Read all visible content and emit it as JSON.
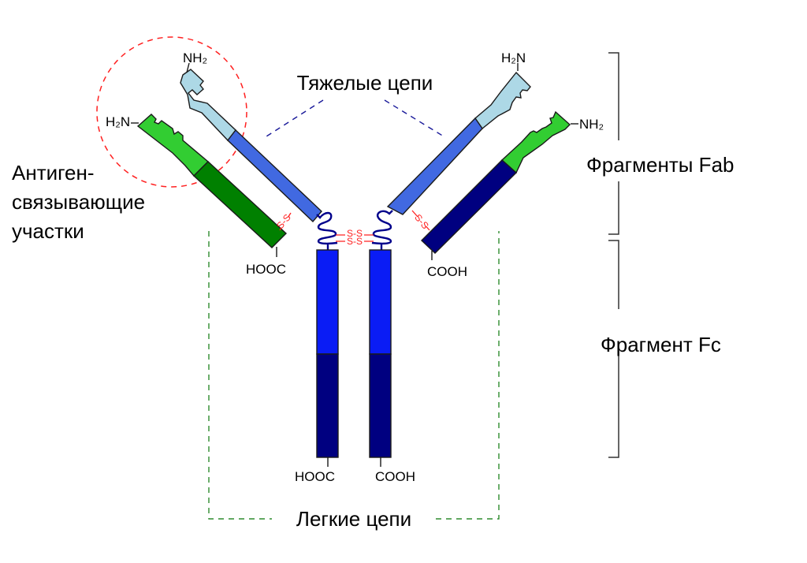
{
  "title": "Antibody structure",
  "labels": {
    "heavy_chains": "Тяжелые цепи",
    "light_chains": "Легкие цепи",
    "antigen_binding_line1": "Антиген-",
    "antigen_binding_line2": "связывающие",
    "antigen_binding_line3": "участки",
    "fab_fragments": "Фрагменты Fab",
    "fc_fragment": "Фрагмент Fc"
  },
  "termini": {
    "left_heavy_n": "NH₂",
    "left_light_n": "H₂N",
    "right_heavy_n": "H₂N",
    "right_light_n": "NH₂",
    "left_light_c": "HOOC",
    "right_light_c": "COOH",
    "left_heavy_c": "HOOC",
    "right_heavy_c": "COOH"
  },
  "disulfide_label": "S-S",
  "colors": {
    "heavy_variable": "#add8e6",
    "heavy_constant_fab": "#4169e1",
    "heavy_constant_fc_upper": "#0a1cf5",
    "heavy_constant_fc_lower": "#000080",
    "light_variable": "#32cd32",
    "light_constant_left": "#008000",
    "light_constant_right": "#000080",
    "hinge": "#00008b",
    "disulfide": "#ff2020",
    "antigen_site_circle": "#ff2020",
    "heavy_pointer": "#1a1a9a",
    "light_pointer": "#2e8b2e",
    "bracket": "#333333"
  }
}
